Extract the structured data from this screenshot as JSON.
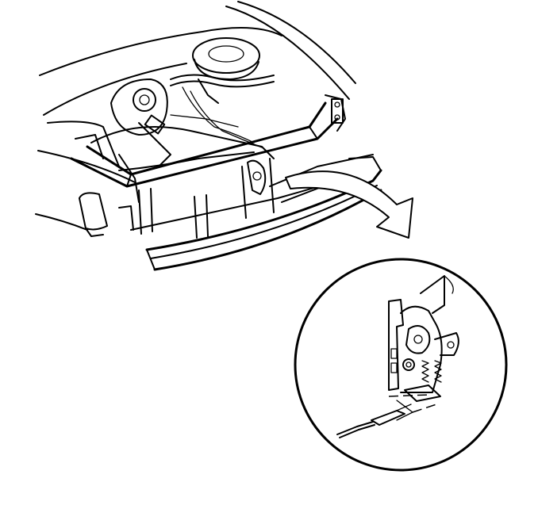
{
  "figure": {
    "kind": "line-art service diagram",
    "line_color": "#000000",
    "background_color": "#ffffff",
    "parts": [
      "engine-compartment",
      "radiator-support",
      "front-bumper",
      "hood-latch",
      "release-cable",
      "pointer-arrow",
      "detail-circle"
    ]
  }
}
